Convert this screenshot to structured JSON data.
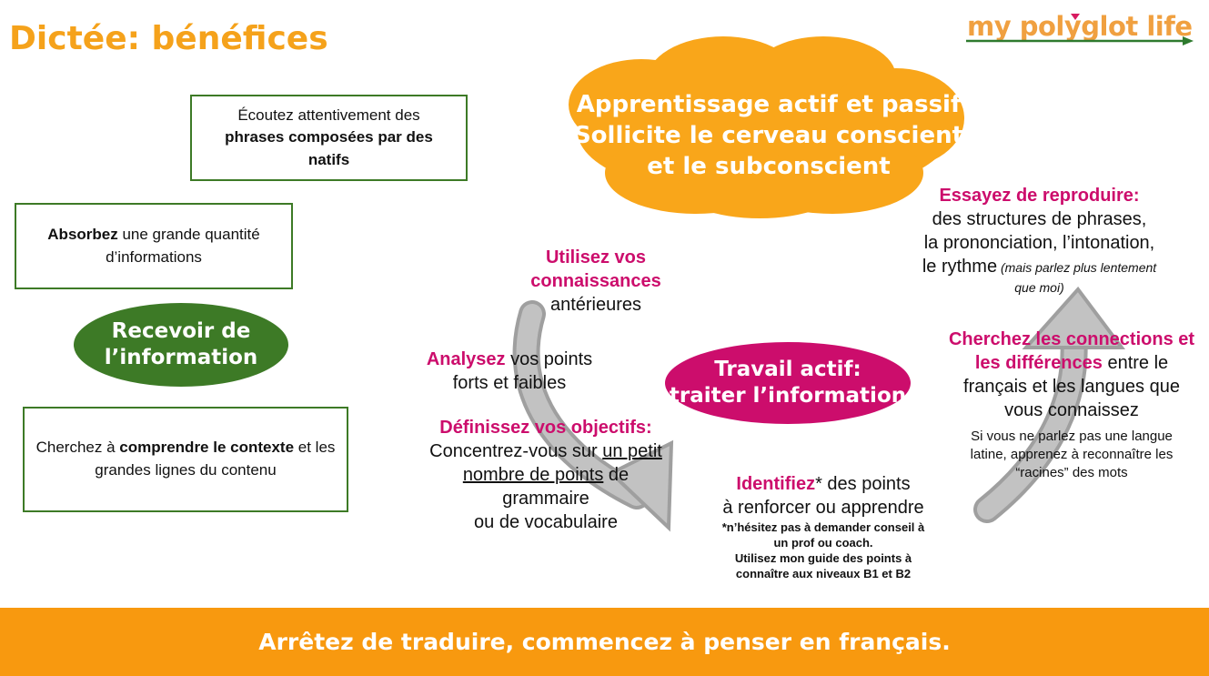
{
  "title": "Dictée: bénéfices",
  "logo": "my polyglot life",
  "colors": {
    "orange": "#f5a21b",
    "green": "#3d7a26",
    "pink": "#cc0d6c",
    "banner": "#f8990f",
    "arrow": "#a9a9a9"
  },
  "boxes": {
    "listen": {
      "pre": "Écoutez attentivement des",
      "bold": "phrases composées par des natifs"
    },
    "absorb": {
      "bold": "Absorbez",
      "rest": " une grande quantité d’informations"
    },
    "context": {
      "pre": "Cherchez à ",
      "bold": "comprendre le contexte",
      "rest": " et les grandes lignes du contenu"
    }
  },
  "receive": {
    "line1": "Recevoir de",
    "line2": "l’information"
  },
  "cloud": {
    "line1": "Apprentissage actif et passif",
    "line2": "Sollicite le cerveau conscient",
    "line3": "et le subconscient"
  },
  "active": {
    "line1": "Travail actif:",
    "line2": "traiter l’information"
  },
  "utilisez": {
    "hl": "Utilisez vos connaissances",
    "rest": "antérieures"
  },
  "analysez": {
    "hl": "Analysez",
    "rest1": " vos points",
    "rest2": "forts et faibles"
  },
  "definissez": {
    "hl": "Définissez vos objectifs:",
    "pre": "Concentrez-vous sur ",
    "u1": "un petit",
    "u2": "nombre de points",
    "rest": " de",
    "line3": "grammaire",
    "line4": "ou de vocabulaire"
  },
  "identifiez": {
    "hl": "Identifiez",
    "rest1": "* des points",
    "rest2": "à renforcer ou apprendre",
    "note1": "*n’hésitez pas à demander conseil à",
    "note2": "un prof ou coach.",
    "note3": "Utilisez mon guide des points à",
    "note4": "connaître aux niveaux B1 et B2"
  },
  "essayez": {
    "hl": "Essayez de reproduire:",
    "l1": "des structures de phrases,",
    "l2": "la prononciation, l’intonation,",
    "l3": "le rythme",
    "it1": " (mais parlez plus lentement",
    "it2": "que moi)"
  },
  "cherchez": {
    "hl1": "Cherchez les connections et",
    "hl2": "les différences",
    "rest2": " entre le",
    "l3": "français et les langues que",
    "l4": "vous connaissez",
    "n1": "Si vous ne parlez pas une langue",
    "n2": "latine, apprenez à reconnaître les",
    "n3": "“racines” des mots"
  },
  "banner": "Arrêtez de traduire, commencez à penser en français."
}
